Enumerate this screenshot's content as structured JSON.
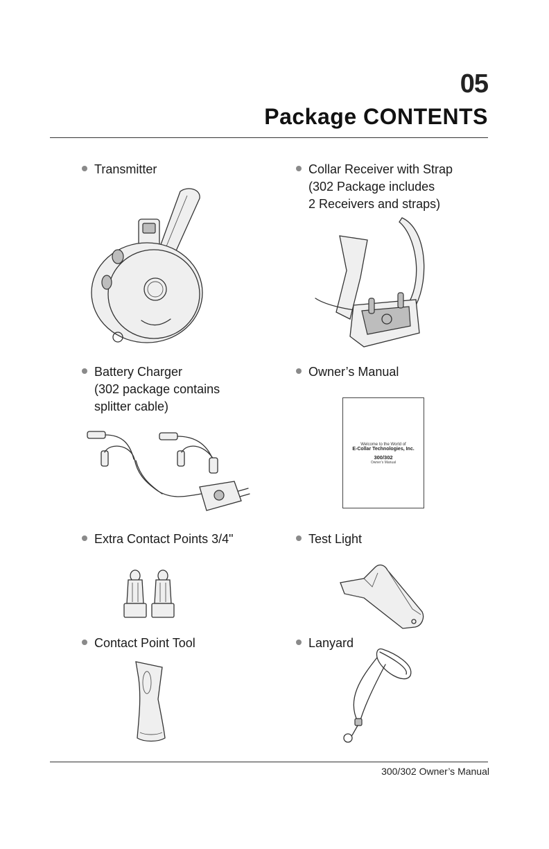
{
  "header": {
    "page_number": "05",
    "title": "Package CONTENTS"
  },
  "items": {
    "transmitter": {
      "label": "Transmitter"
    },
    "collar": {
      "label": "Collar Receiver with Strap",
      "lines": [
        "(302 Package includes",
        "2 Receivers and straps)"
      ]
    },
    "charger": {
      "label": "Battery Charger",
      "lines": [
        "(302 package contains",
        "splitter cable)"
      ]
    },
    "manual": {
      "label": "Owner’s Manual",
      "cover": {
        "line1": "Welcome to the World of",
        "line2": "E-Collar Technologies, Inc.",
        "line3": "300/302",
        "line4": "Owner’s Manual"
      }
    },
    "contact_points": {
      "label": "Extra Contact Points 3/4\""
    },
    "test_light": {
      "label": "Test Light"
    },
    "contact_tool": {
      "label": "Contact Point Tool"
    },
    "lanyard": {
      "label": "Lanyard"
    }
  },
  "footer": {
    "text": "300/302 Owner’s Manual"
  },
  "icons": {
    "transmitter": "transmitter-illustration",
    "collar": "collar-receiver-illustration",
    "charger": "battery-charger-illustration",
    "manual": "owners-manual-cover",
    "contact_points": "contact-points-illustration",
    "test_light": "test-light-illustration",
    "contact_tool": "contact-point-tool-illustration",
    "lanyard": "lanyard-illustration"
  }
}
